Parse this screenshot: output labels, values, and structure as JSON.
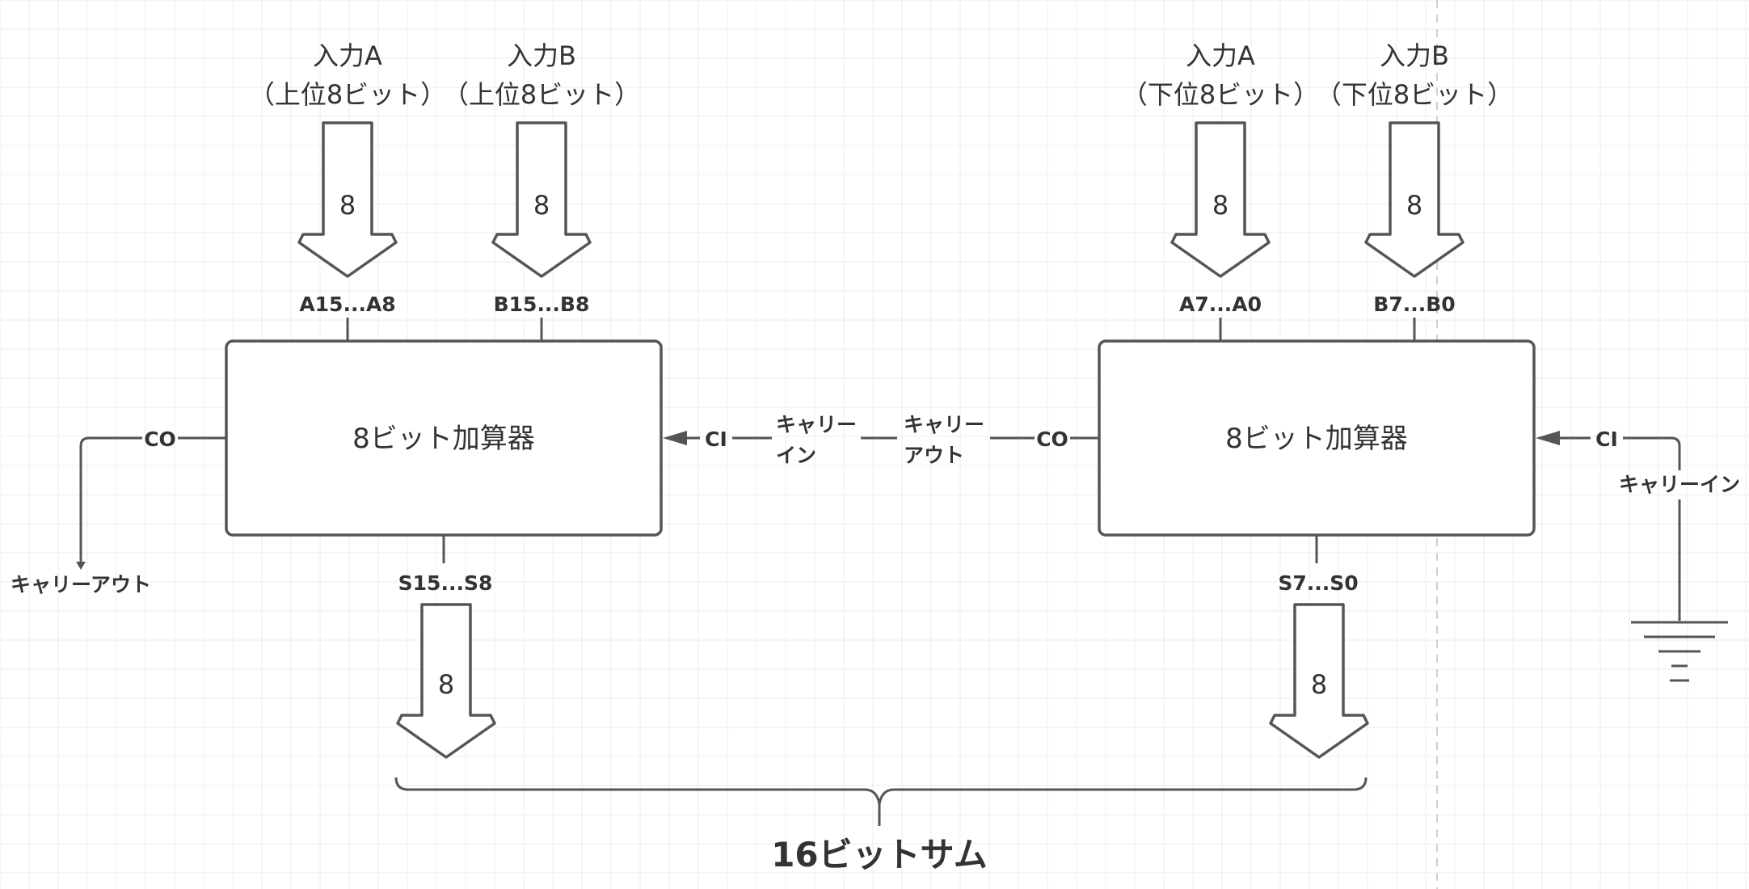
{
  "adder_high": {
    "name": "8ビット加算器",
    "input_a": {
      "line1": "入力A",
      "line2": "（上位8ビット）",
      "width": "8",
      "pins": "A15...A8"
    },
    "input_b": {
      "line1": "入力B",
      "line2": "（上位8ビット）",
      "width": "8",
      "pins": "B15...B8"
    },
    "output": {
      "width": "8",
      "pins": "S15...S8"
    },
    "co_pin": "CO",
    "ci_pin": "CI",
    "carry_in_label": [
      "キャリー",
      "イン"
    ],
    "carry_out_label": "キャリーアウト"
  },
  "adder_low": {
    "name": "8ビット加算器",
    "input_a": {
      "line1": "入力A",
      "line2": "（下位8ビット）",
      "width": "8",
      "pins": "A7...A0"
    },
    "input_b": {
      "line1": "入力B",
      "line2": "（下位8ビット）",
      "width": "8",
      "pins": "B7...B0"
    },
    "output": {
      "width": "8",
      "pins": "S7...S0"
    },
    "co_pin": "CO",
    "ci_pin": "CI",
    "carry_out_label": [
      "キャリー",
      "アウト"
    ],
    "carry_in_label": "キャリーイン"
  },
  "sum_label": "16ビットサム"
}
